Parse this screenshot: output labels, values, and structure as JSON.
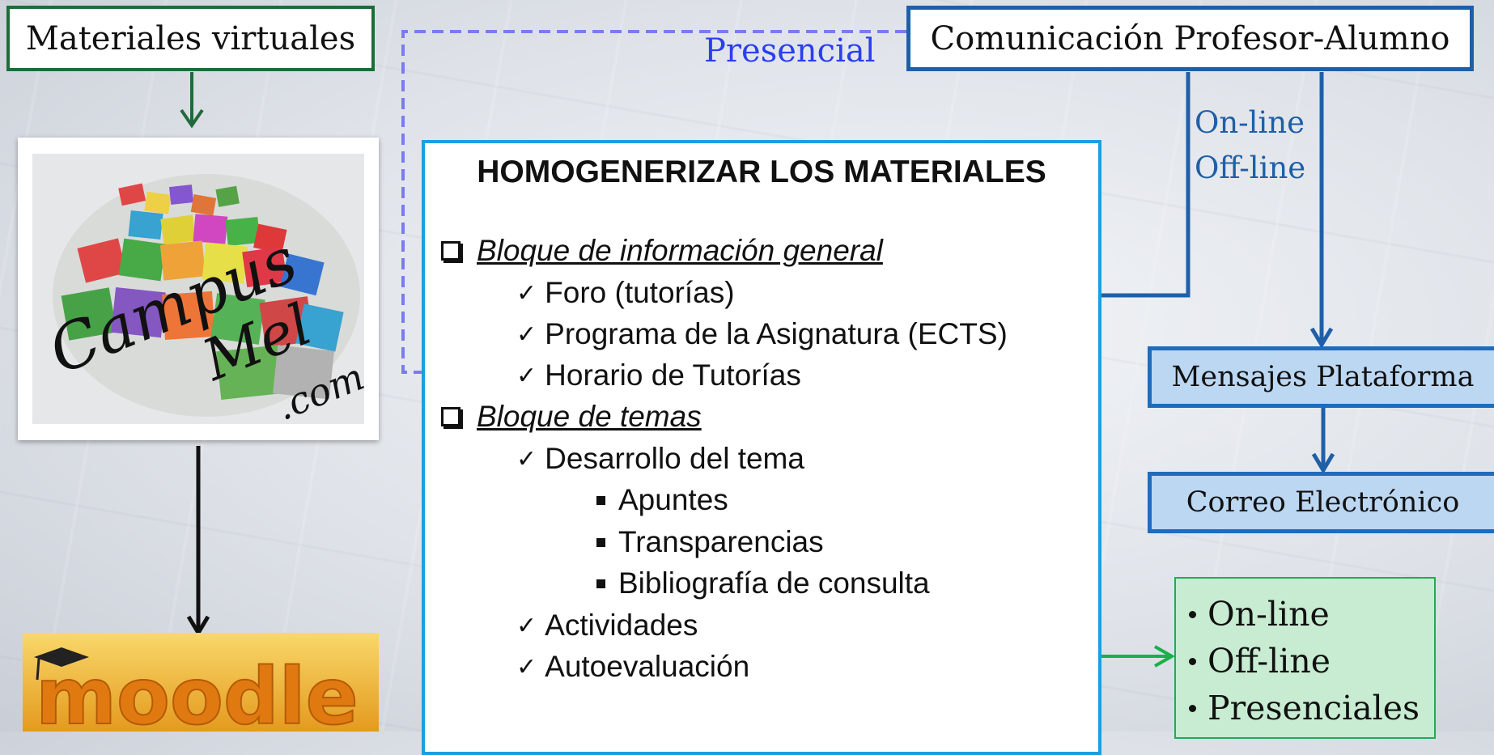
{
  "nodes": {
    "materiales": "Materiales virtuales",
    "comunicacion": "Comunicación Profesor-Alumno",
    "mensajes": "Mensajes Plataforma",
    "correo": "Correo Electrónico"
  },
  "edge_labels": {
    "presencial": "Presencial",
    "online": "On-line",
    "offline": "Off-line"
  },
  "main_box": {
    "title": "HOMOGENERIZAR LOS MATERIALES",
    "block1": "Bloque de información general",
    "block1_items": [
      "Foro (tutorías)",
      "Programa de la Asignatura (ECTS)",
      "Horario de Tutorías"
    ],
    "block2": "Bloque de temas",
    "block2_item1": "Desarrollo del tema",
    "block2_subitems": [
      "Apuntes",
      "Transparencias",
      "Bibliografía de consulta"
    ],
    "block2_items": [
      "Actividades",
      "Autoevaluación"
    ]
  },
  "evaluation_box": [
    "On-line",
    "Off-line",
    "Presenciales"
  ],
  "logos": {
    "campusmel": "CampusMel.com",
    "moodle": "moodle"
  },
  "colors": {
    "dark_green": "#1f6b3a",
    "dark_blue": "#1f5fa8",
    "presencial_blue": "#2b3ef0",
    "dashed_violet": "#7b7bf0",
    "bracket_green": "#18b04a",
    "main_border": "#1aa0e0"
  }
}
